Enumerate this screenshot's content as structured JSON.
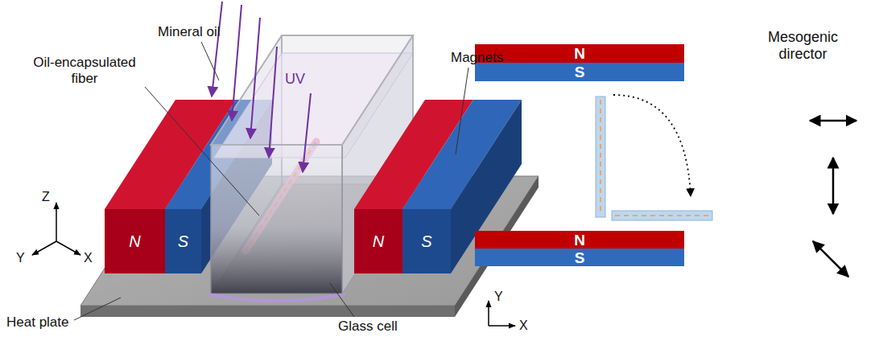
{
  "diagram": {
    "nodes": [
      {
        "text": [
          "N"
        ]
      },
      {
        "text": [
          "S"
        ]
      },
      {
        "text": [
          "N"
        ]
      },
      {
        "text": [
          "S"
        ]
      },
      {
        "text": [
          "N"
        ]
      },
      {
        "text": [
          "S"
        ]
      },
      {
        "text": [
          "N"
        ]
      },
      {
        "text": [
          "S"
        ]
      }
    ],
    "labels": [
      "Mineral oil",
      "Oil-encapsulated fiber",
      "UV",
      "Magnets",
      "Heat plate",
      "Glass cell",
      "Z",
      "Y",
      "X",
      "Mesogenic director",
      "Y",
      "X"
    ]
  }
}
